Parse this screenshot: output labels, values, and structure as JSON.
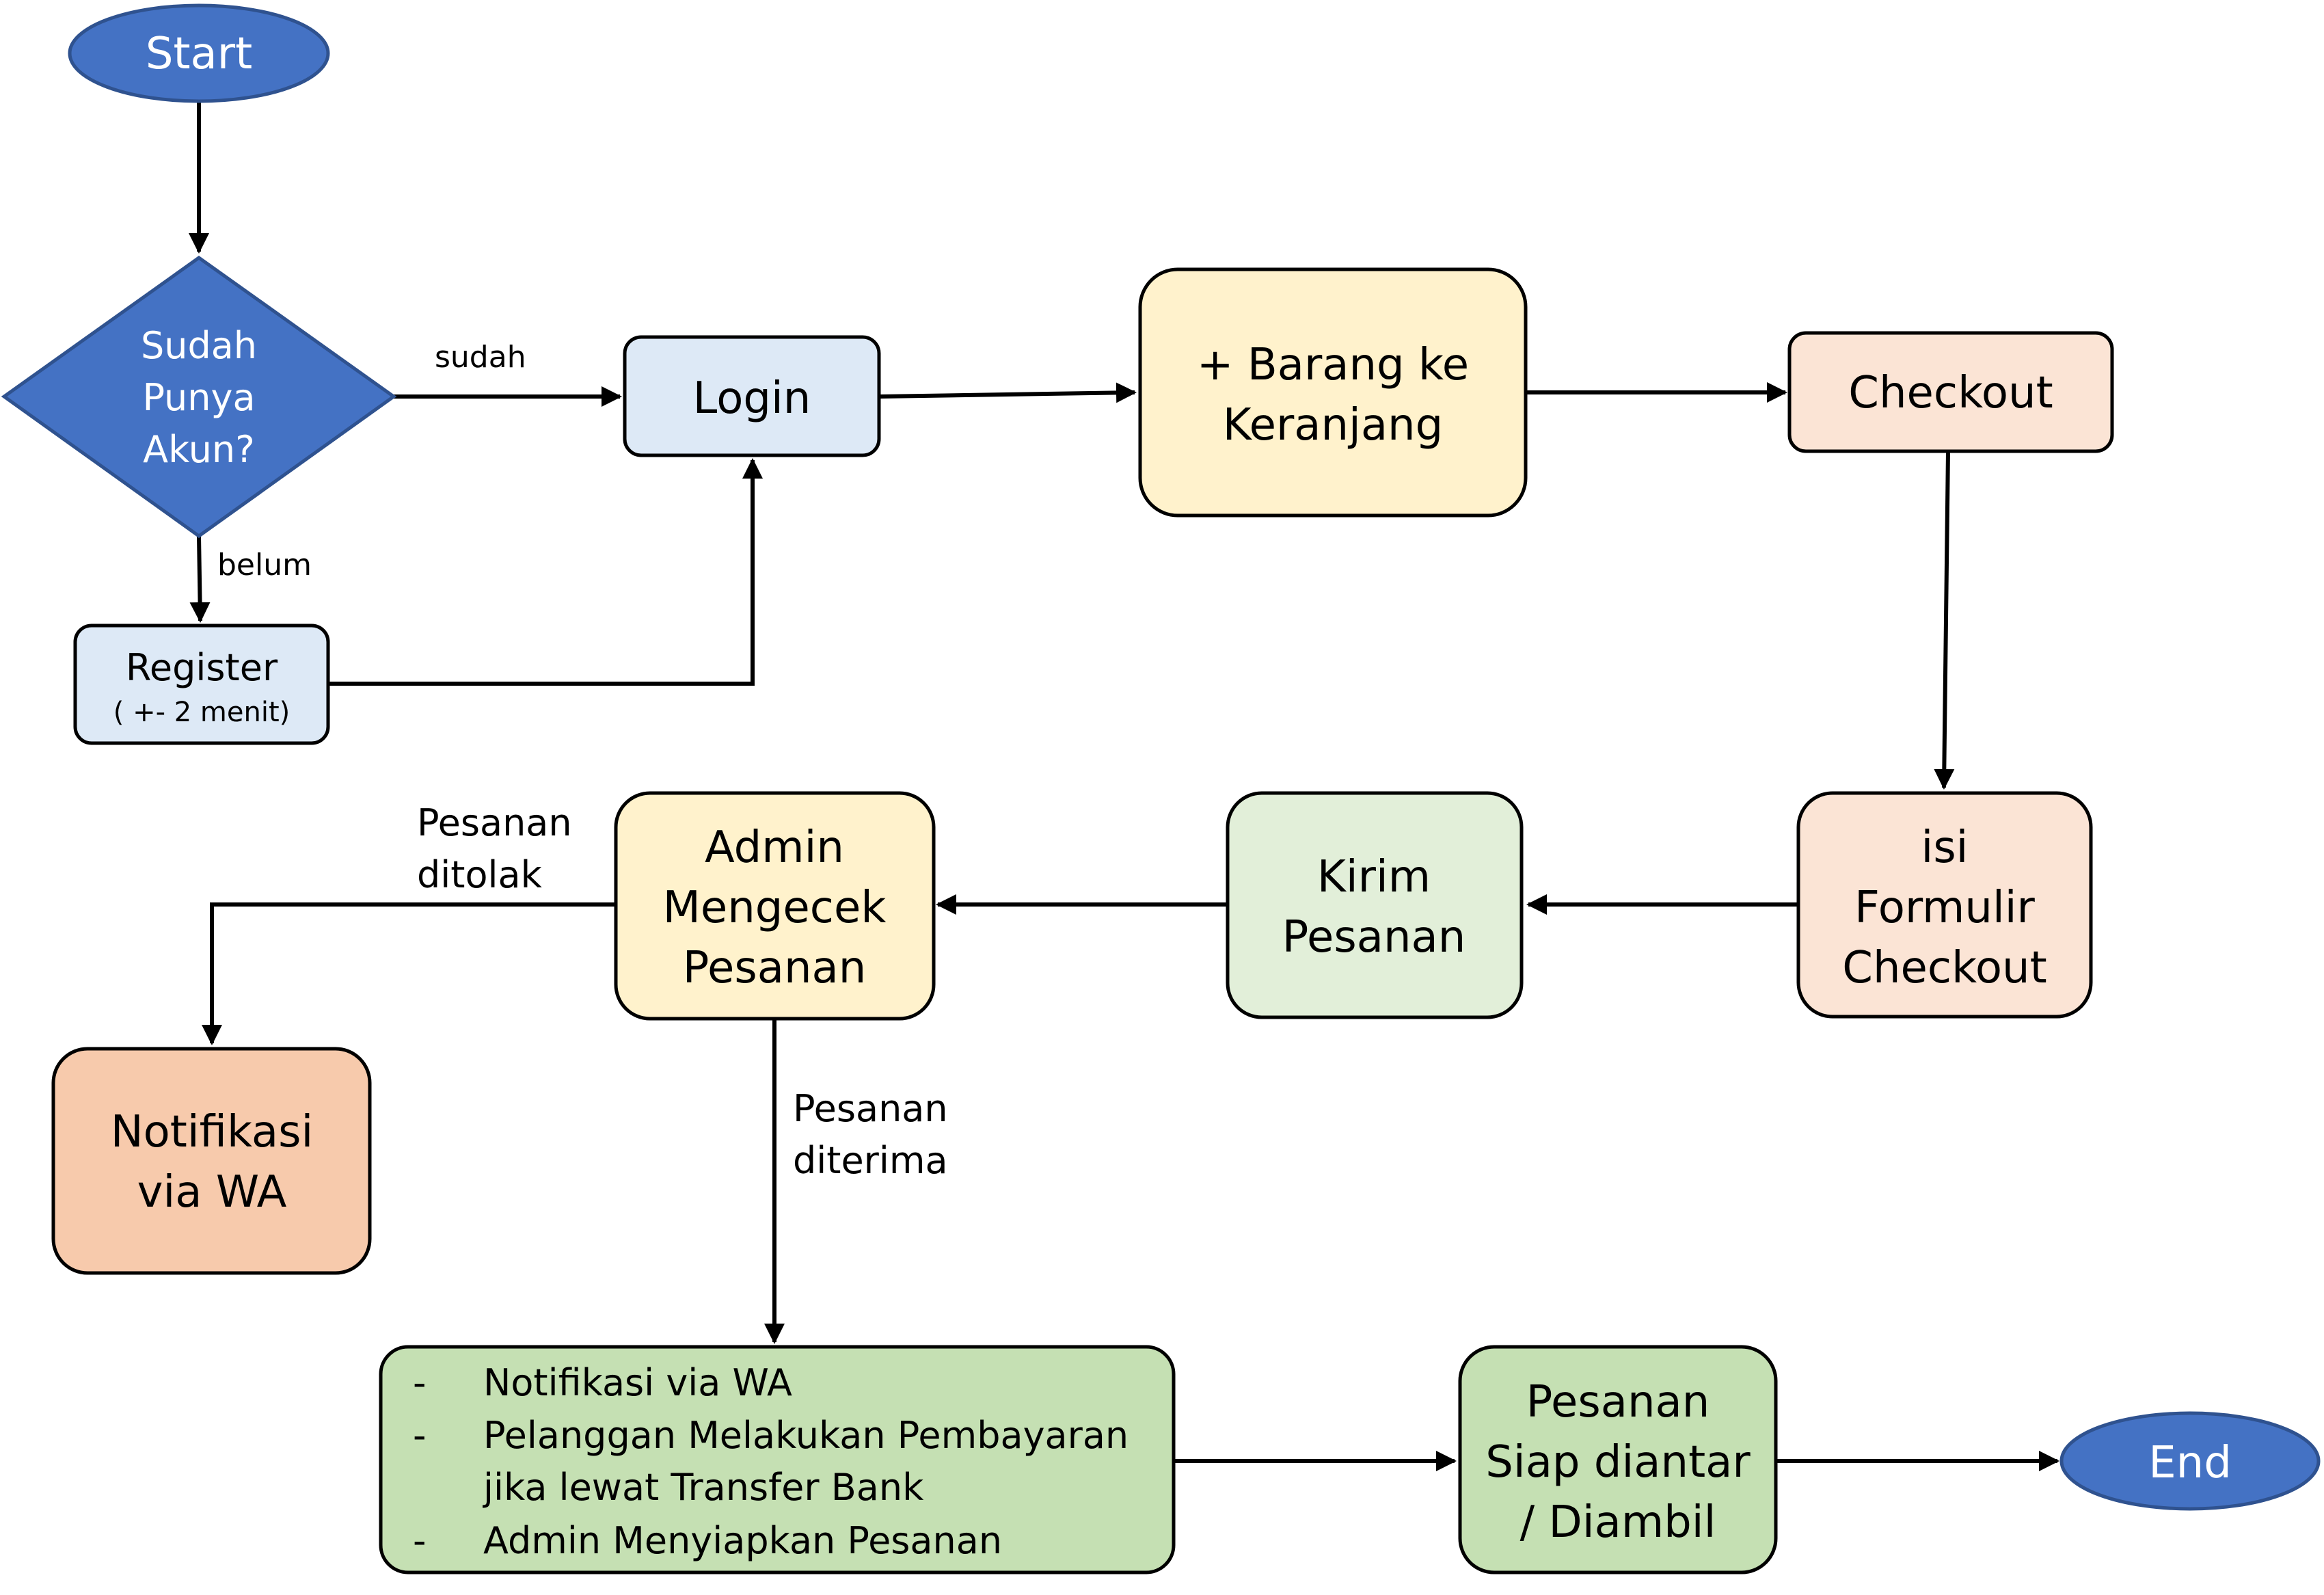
{
  "colors": {
    "terminal": "#4472c4",
    "blue_box": "#dde9f6",
    "yellow_box": "#fff2cc",
    "peach_box": "#fbe4d5",
    "green_light": "#e2efd9",
    "green_box": "#c5e0b3",
    "orange_box": "#f7caac",
    "stroke": "#000000"
  },
  "nodes": {
    "start": "Start",
    "decision": [
      "Sudah",
      "Punya",
      "Akun?"
    ],
    "login": "Login",
    "register": "Register",
    "register_note": "( +- 2 menit)",
    "cart": [
      "+ Barang ke",
      "Keranjang"
    ],
    "checkout": "Checkout",
    "form": [
      "isi",
      "Formulir",
      "Checkout"
    ],
    "send": [
      "Kirim",
      "Pesanan"
    ],
    "admin": [
      "Admin",
      "Mengecek",
      "Pesanan"
    ],
    "notif": [
      "Notifikasi",
      "via WA"
    ],
    "process_dash": "-",
    "process": [
      "Notifikasi via WA",
      "Pelanggan Melakukan Pembayaran",
      "jika lewat Transfer Bank",
      "Admin Menyiapkan Pesanan"
    ],
    "ready": [
      "Pesanan",
      "Siap diantar",
      "/ Diambil"
    ],
    "end": "End"
  },
  "edge_labels": {
    "yes": "sudah",
    "no": "belum",
    "rejected": [
      "Pesanan",
      "ditolak"
    ],
    "accepted": [
      "Pesanan",
      "diterima"
    ]
  }
}
